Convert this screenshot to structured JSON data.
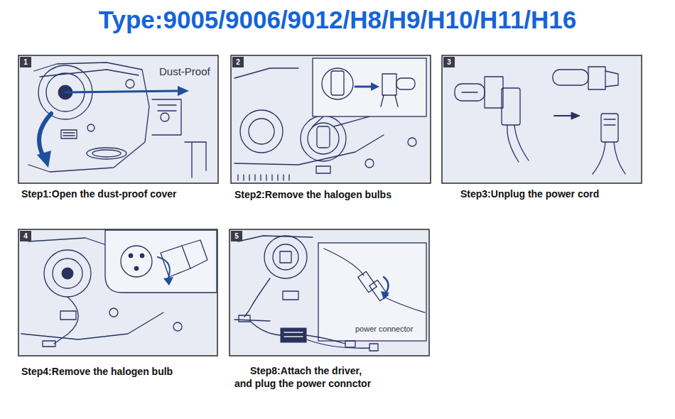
{
  "diagram": {
    "title": "Type:9005/9006/9012/H8/H9/H10/H11/H16",
    "nodes": [
      {
        "text": [
          "1",
          "Dust-Proof",
          "Step1:Open the dust-proof cover"
        ]
      },
      {
        "text": [
          "2",
          "Step2:Remove the halogen bulbs"
        ]
      },
      {
        "text": [
          "3",
          "Step3:Unplug the power cord"
        ]
      },
      {
        "text": [
          "4",
          "Step4:Remove the halogen bulb"
        ]
      },
      {
        "text": [
          "5",
          "power connector",
          "Step8:Attach the driver, and plug the power connctor"
        ]
      }
    ]
  }
}
